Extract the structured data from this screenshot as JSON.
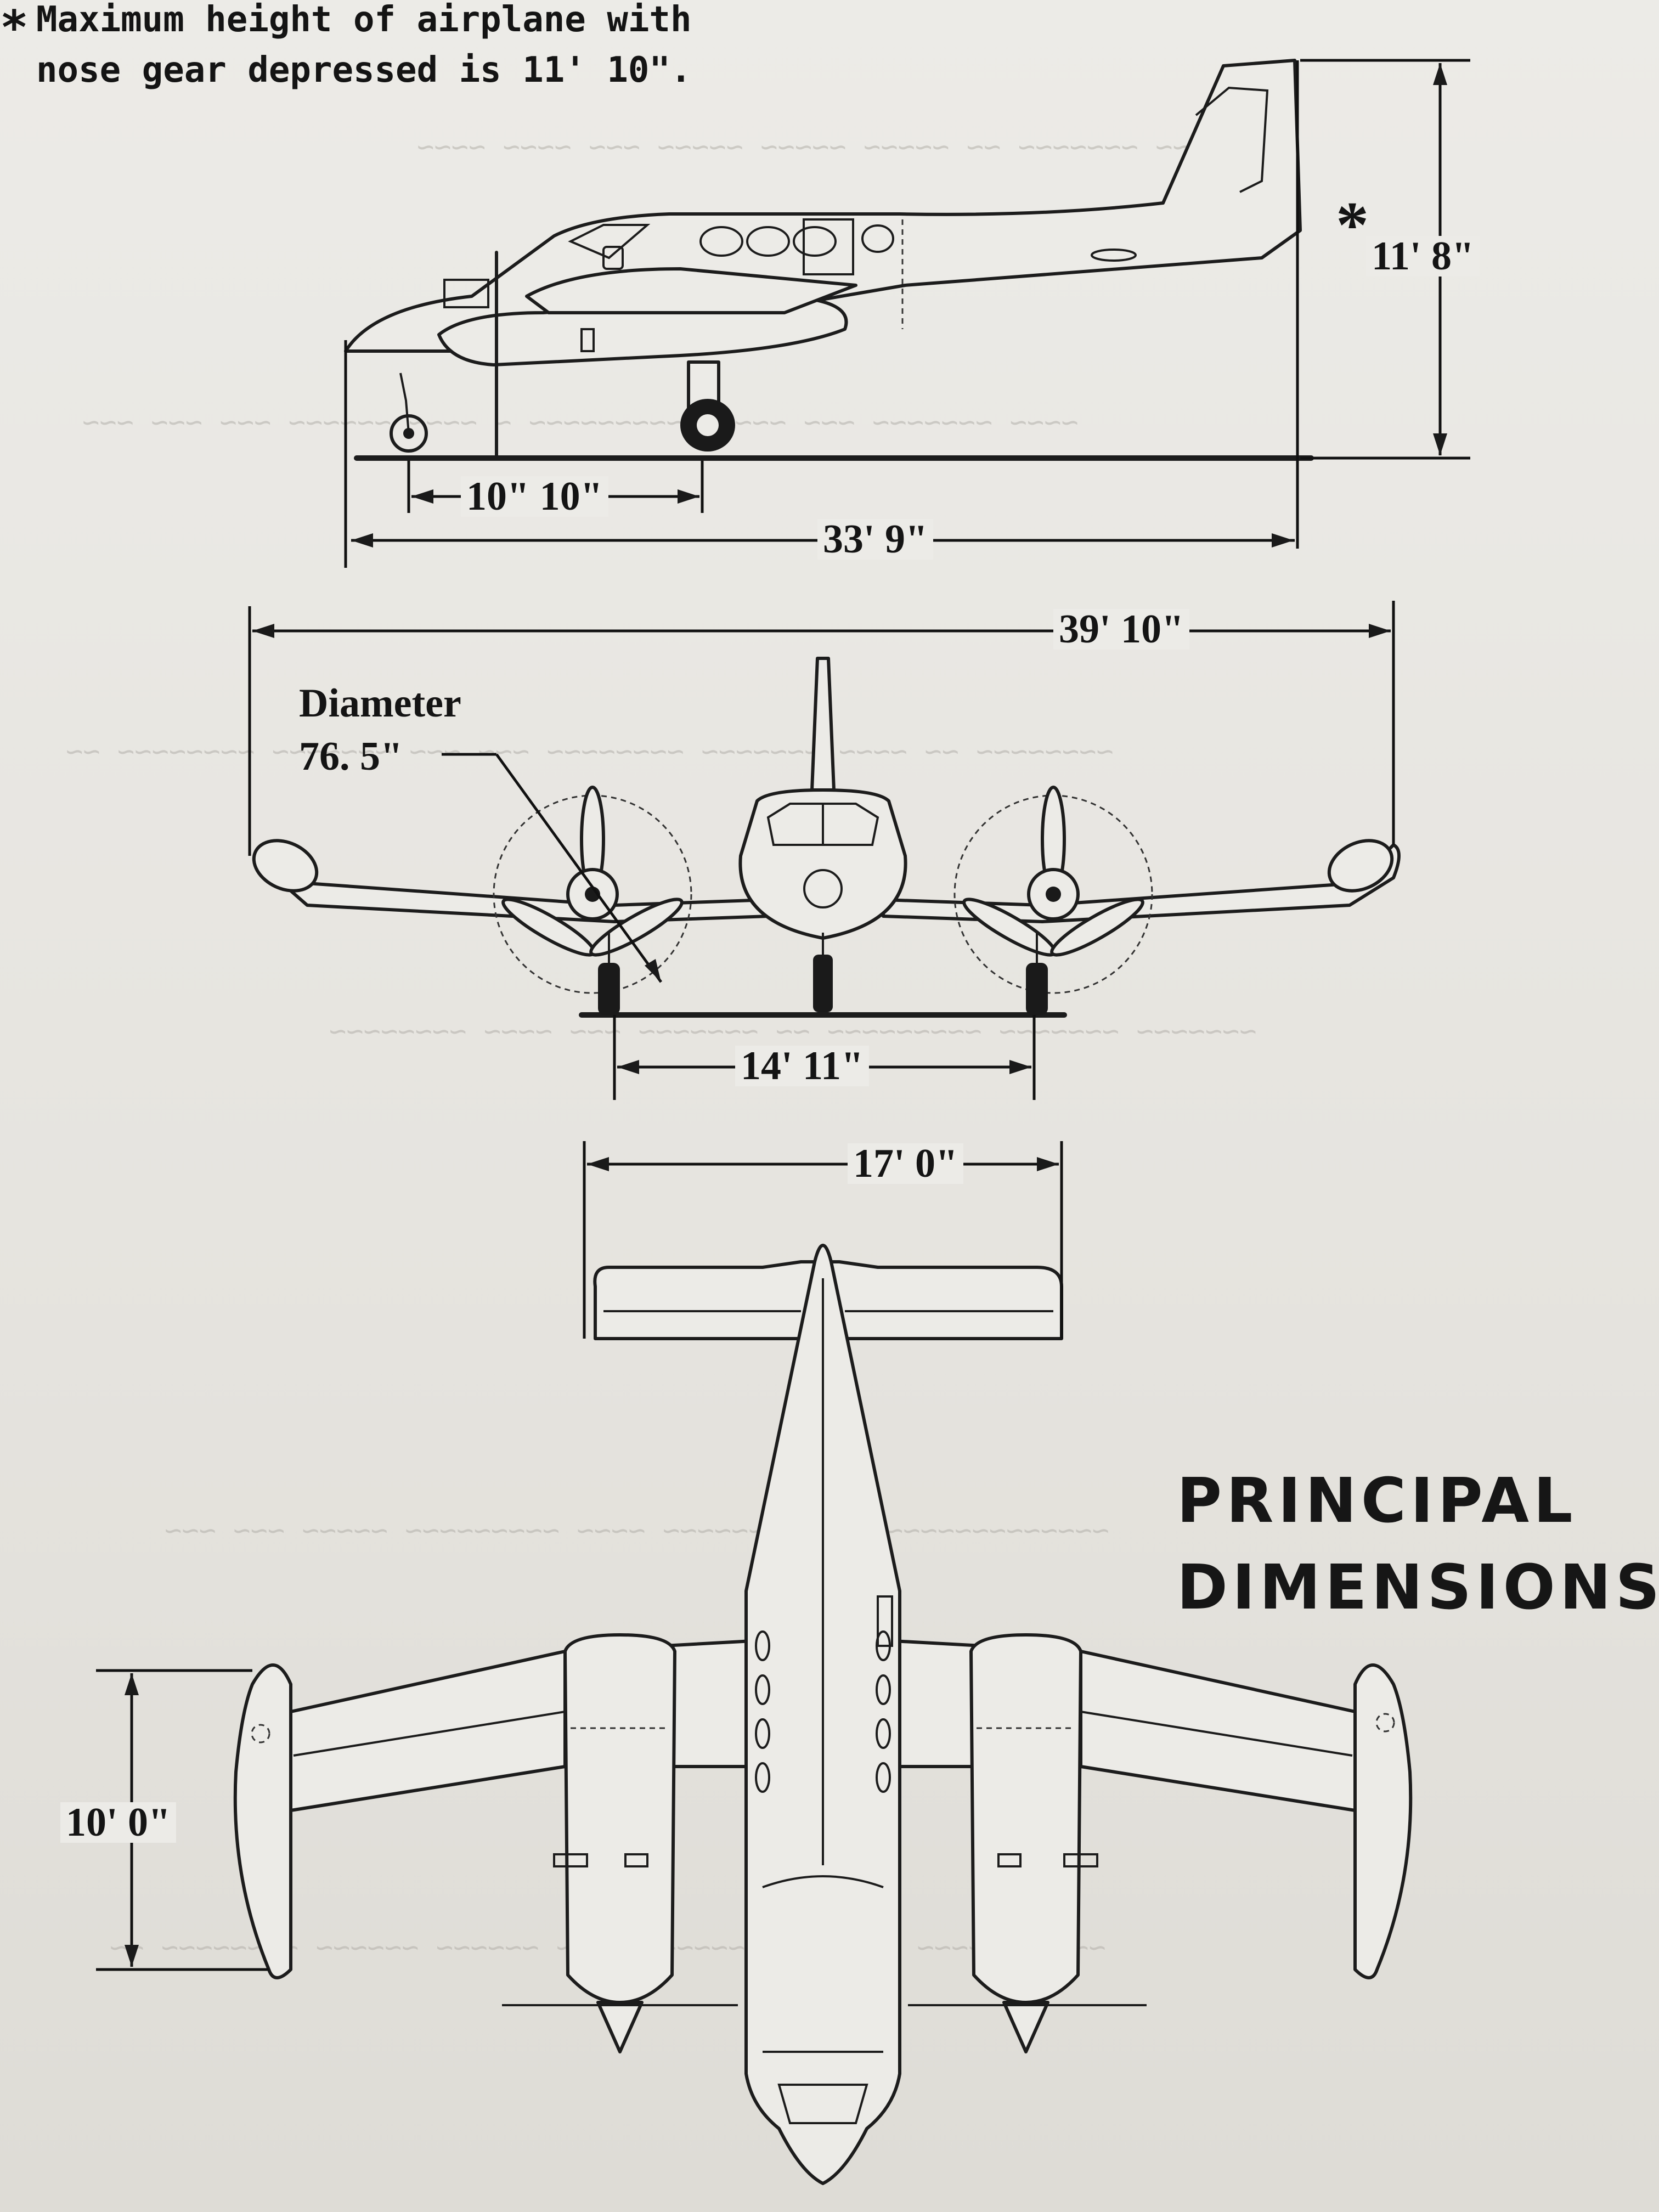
{
  "note": {
    "asterisk": "*",
    "line1": "Maximum height of airplane with",
    "line2": "nose gear depressed is 11' 10\"."
  },
  "title": {
    "line1": "PRINCIPAL",
    "line2": "DIMENSIONS"
  },
  "dimensions": {
    "height": "11' 8\"",
    "height_asterisk": "*",
    "wheelbase": "10\" 10\"",
    "length": "33' 9\"",
    "wingspan": "39' 10\"",
    "prop_diameter_label": "Diameter",
    "prop_diameter_value": "76. 5\"",
    "main_gear_tread": "14' 11\"",
    "stabilizer_span": "17' 0\"",
    "nacelle_spacing": "10' 0\""
  }
}
